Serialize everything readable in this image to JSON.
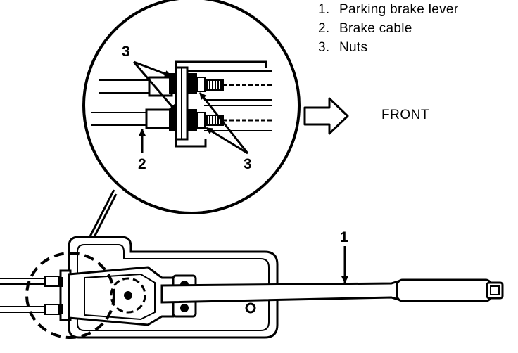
{
  "legend": {
    "items": [
      {
        "number": "1.",
        "text": "Parking brake lever"
      },
      {
        "number": "2.",
        "text": "Brake cable"
      },
      {
        "number": "3.",
        "text": "Nuts"
      }
    ]
  },
  "direction": {
    "label": "FRONT"
  },
  "callouts": {
    "lever": "1",
    "cable": "2",
    "nuts_top": "3",
    "nuts_bottom": "3"
  },
  "colors": {
    "ink": "#000000",
    "paper": "#ffffff"
  }
}
